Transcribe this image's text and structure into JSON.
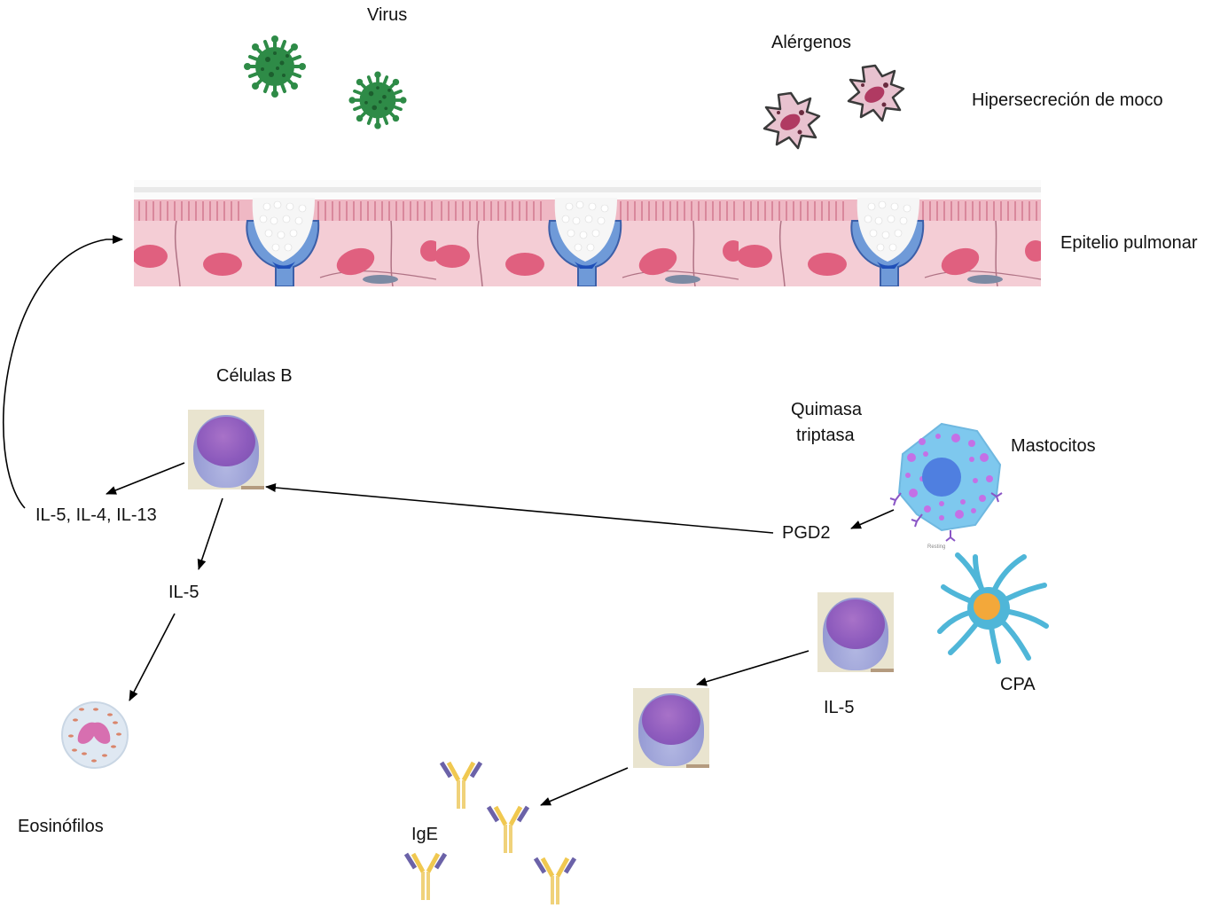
{
  "diagram": {
    "title": "Asthma inflammatory pathway",
    "labels": {
      "virus": "Virus",
      "allergens": "Alérgenos",
      "mucus": "Hipersecreción de moco",
      "epithelium": "Epitelio pulmonar",
      "b_cells": "Células B",
      "cytokines": "IL-5, IL-4, IL-13",
      "il5_left": "IL-5",
      "eosinophils": "Eosinófilos",
      "chymase": "Quimasa",
      "tryptase": "triptasa",
      "mast_cells": "Mastocitos",
      "pgd2": "PGD2",
      "resting": "Resting",
      "apc": "CPA",
      "il5_right": "IL-5",
      "ige": "IgE"
    },
    "nodes": [
      {
        "id": "virus",
        "label": "Virus",
        "icon": "virus-icon",
        "count": 2
      },
      {
        "id": "allergens",
        "label": "Alérgenos",
        "icon": "allergen-icon",
        "count": 2
      },
      {
        "id": "epithelium",
        "label": "Epitelio pulmonar",
        "icon": "epithelium-tissue"
      },
      {
        "id": "b_cells",
        "label": "Células B",
        "icon": "lymphocyte-icon"
      },
      {
        "id": "eosinophils",
        "label": "Eosinófilos",
        "icon": "eosinophil-icon"
      },
      {
        "id": "mast_cells",
        "label": "Mastocitos",
        "icon": "mast-cell-icon"
      },
      {
        "id": "apc",
        "label": "CPA",
        "icon": "dendritic-cell-icon"
      },
      {
        "id": "ige",
        "label": "IgE",
        "icon": "antibody-icon",
        "count": 4
      }
    ],
    "edges": [
      {
        "from": "IL-5, IL-4, IL-13",
        "to": "Epitelio pulmonar"
      },
      {
        "from": "Células B",
        "to": "IL-5, IL-4, IL-13"
      },
      {
        "from": "Células B",
        "to": "IL-5"
      },
      {
        "from": "IL-5",
        "to": "Eosinófilos"
      },
      {
        "from": "PGD2",
        "to": "Células B"
      },
      {
        "from": "Mastocitos",
        "to": "PGD2"
      },
      {
        "from": "Lymphocyte (IL-5)",
        "to": "Lymphocyte"
      },
      {
        "from": "Lymphocyte",
        "to": "IgE"
      }
    ],
    "colors": {
      "virus": "#2e8b47",
      "allergen": "#d9a3b6",
      "epithelium": "#f2c6cf",
      "goblet": "#5b86c8",
      "mast_cell": "#7ec8ee",
      "mast_granule": "#c470e6",
      "dendritic": "#4fb6d8",
      "dendritic_nucleus": "#f3a83a",
      "antibody_heavy": "#f0cf6a",
      "antibody_light": "#6b62a8"
    }
  }
}
